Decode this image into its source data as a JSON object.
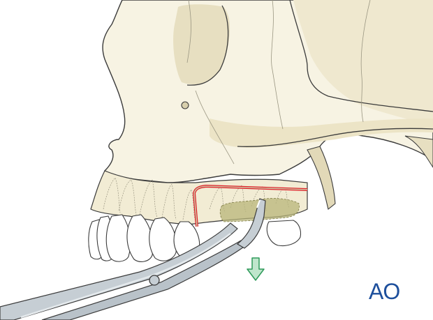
{
  "figure": {
    "description": "Lateral view of skull: maxillary segmental osteotomy outline (red) with forceps displacing the posterior maxillary segment downward",
    "annotations": {
      "osteotomy_line": "red osteotomy outline on posterior maxilla",
      "bone_removal_zone": "olive shaded area above molar roots",
      "instrument": "forceps",
      "movement_arrow": "downward green arrow"
    },
    "colors": {
      "bone": "#f7f3e3",
      "bone_shadow": "#e7dfc1",
      "bone_deep": "#d8cfac",
      "outline": "#3b3b3b",
      "osteotomy_red": "#e0202a",
      "removal_zone": "#b8b57a",
      "tooth": "#ffffff",
      "instrument": "#b9c2c9",
      "instrument_light": "#e4e9ec",
      "arrow_fill": "#bfe6cc",
      "arrow_stroke": "#2e9a5a",
      "logo": "#1d4f9c"
    }
  },
  "logo": {
    "text": "AO"
  }
}
